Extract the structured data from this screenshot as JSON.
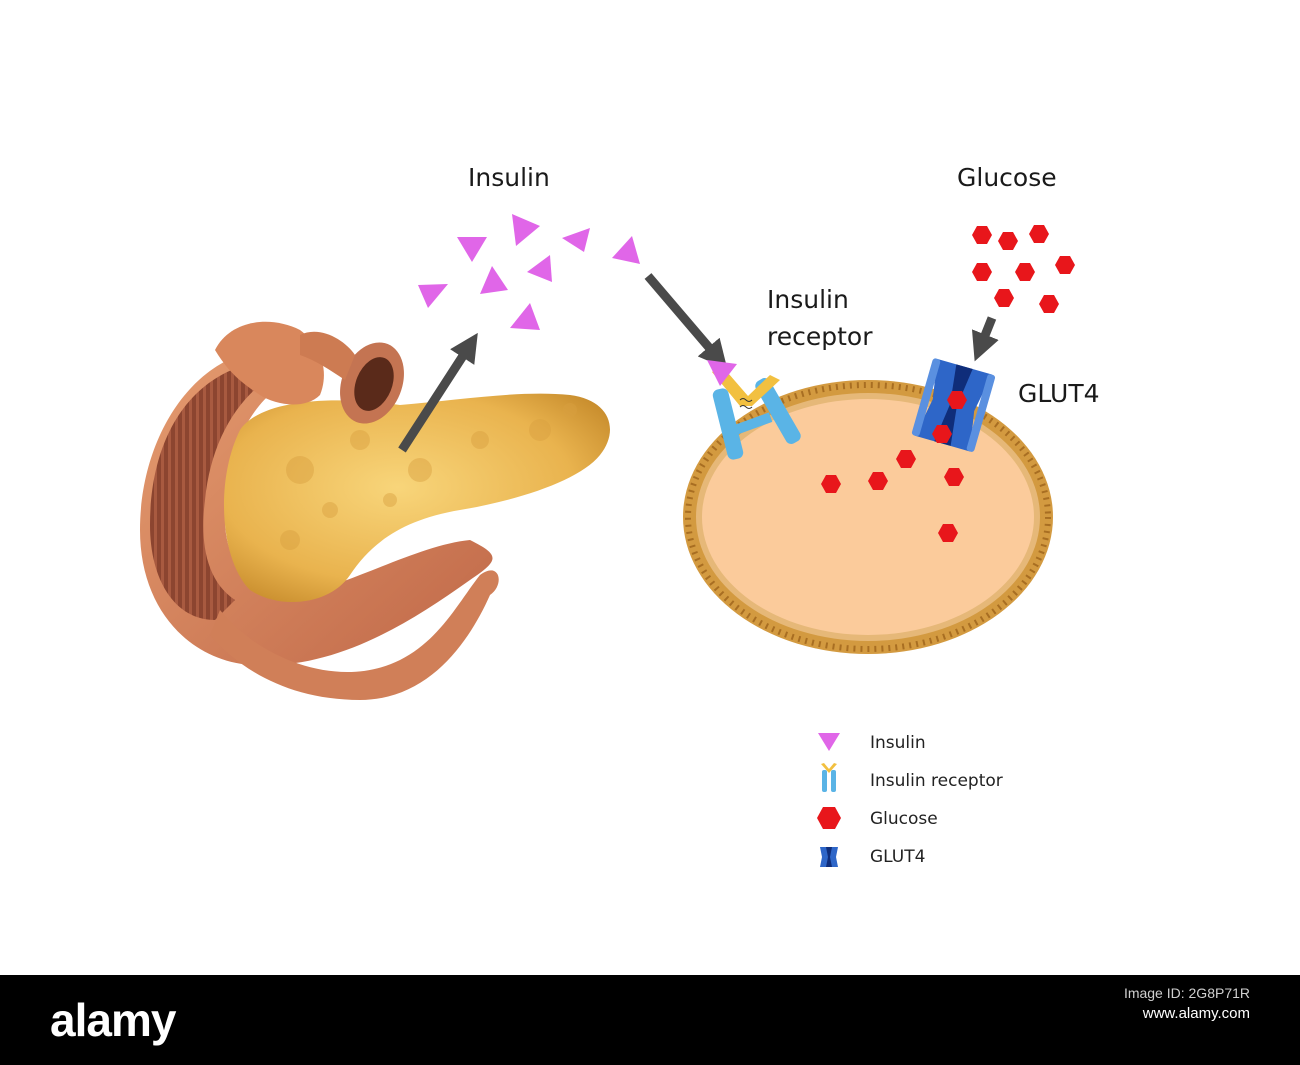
{
  "labels": {
    "insulin": "Insulin",
    "glucose": "Glucose",
    "receptor_line1": "Insulin",
    "receptor_line2": "receptor",
    "glut4": "GLUT4"
  },
  "legend": {
    "items": [
      {
        "symbol": "insulin-triangle",
        "label": "Insulin"
      },
      {
        "symbol": "receptor",
        "label": "Insulin receptor"
      },
      {
        "symbol": "glucose-hexagon",
        "label": "Glucose"
      },
      {
        "symbol": "glut4-transporter",
        "label": "GLUT4"
      }
    ]
  },
  "footer": {
    "brand": "alamy",
    "image_id_line1": "Image ID: 2G8P71R",
    "image_id_line2": "www.alamy.com"
  },
  "colors": {
    "insulin": "#e066e8",
    "glucose": "#e8161b",
    "receptor": "#5ab4e6",
    "receptor_binding": "#f2c040",
    "glut4_outer": "#2e66c8",
    "glut4_inner": "#0f2d7a",
    "cell_interior": "#fbcb9b",
    "membrane": "#d39a40",
    "arrow": "#4a4a4a",
    "pancreas": "#f0c058",
    "duodenum": "#d88a5c",
    "footer_bg": "#000000"
  }
}
